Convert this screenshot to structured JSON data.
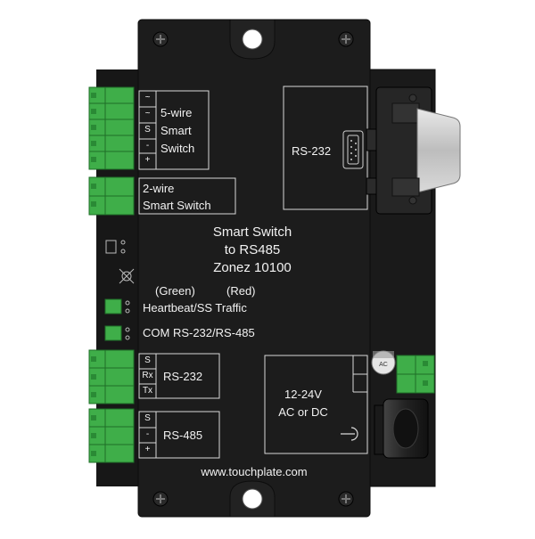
{
  "device": {
    "title_lines": [
      "Smart Switch",
      "to RS485",
      "Zonez 10100"
    ],
    "website": "www.touchplate.com"
  },
  "five_wire": {
    "lines": [
      "5-wire",
      "Smart",
      "Switch"
    ],
    "pins": [
      "~",
      "~",
      "S",
      "-",
      "+"
    ]
  },
  "two_wire": {
    "lines": [
      "2-wire",
      "Smart Switch"
    ]
  },
  "rs232_port": {
    "label": "RS-232"
  },
  "leds": {
    "green_label": "(Green)",
    "red_label": "(Red)",
    "heartbeat_label": "Heartbeat/SS Traffic",
    "com_label": "COM RS-232/RS-485"
  },
  "rs232_terminal": {
    "label": "RS-232",
    "pins": [
      "S",
      "Rx",
      "Tx"
    ]
  },
  "rs485_terminal": {
    "label": "RS-485",
    "pins": [
      "S",
      "-",
      "+"
    ]
  },
  "power": {
    "lines": [
      "12-24V",
      "AC or DC"
    ]
  },
  "colors": {
    "enclosure": "#1c1c1c",
    "terminal_green": "#3fae49",
    "text": "#f2f2f2"
  }
}
